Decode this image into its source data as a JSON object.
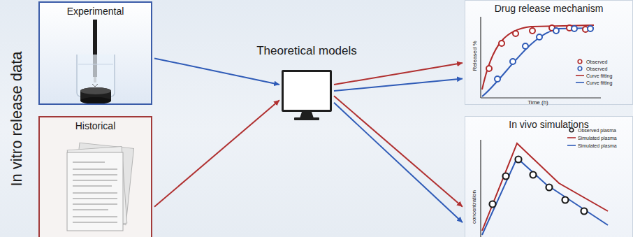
{
  "diagram": {
    "nodes": [
      {
        "text": [
          "Experimental"
        ]
      },
      {
        "text": [
          "Historical"
        ]
      },
      {
        "text": [
          "Theoretical models"
        ]
      },
      {
        "text": [
          "Drug release mechanism"
        ]
      },
      {
        "text": [
          "In vivo simulations"
        ]
      }
    ],
    "edges": [
      {
        "from": 0,
        "to": 2,
        "arrow": "to"
      },
      {
        "from": 1,
        "to": 2,
        "arrow": "to"
      },
      {
        "from": 2,
        "to": 3,
        "arrow": "to"
      },
      {
        "from": 2,
        "to": 3,
        "arrow": "to"
      },
      {
        "from": 2,
        "to": 4,
        "arrow": "to"
      },
      {
        "from": 2,
        "to": 4,
        "arrow": "to"
      }
    ],
    "labels": [
      "In vitro release data",
      "Released %",
      "Time (h)",
      "concentration"
    ],
    "legend": [
      {
        "text": "Observed"
      },
      {
        "text": "Observed"
      },
      {
        "text": "Curve fitting"
      },
      {
        "text": "Curve fitting"
      },
      {
        "text": "Observed plasma"
      },
      {
        "text": "Simulated plasma"
      },
      {
        "text": "Simulated plasma"
      }
    ]
  }
}
